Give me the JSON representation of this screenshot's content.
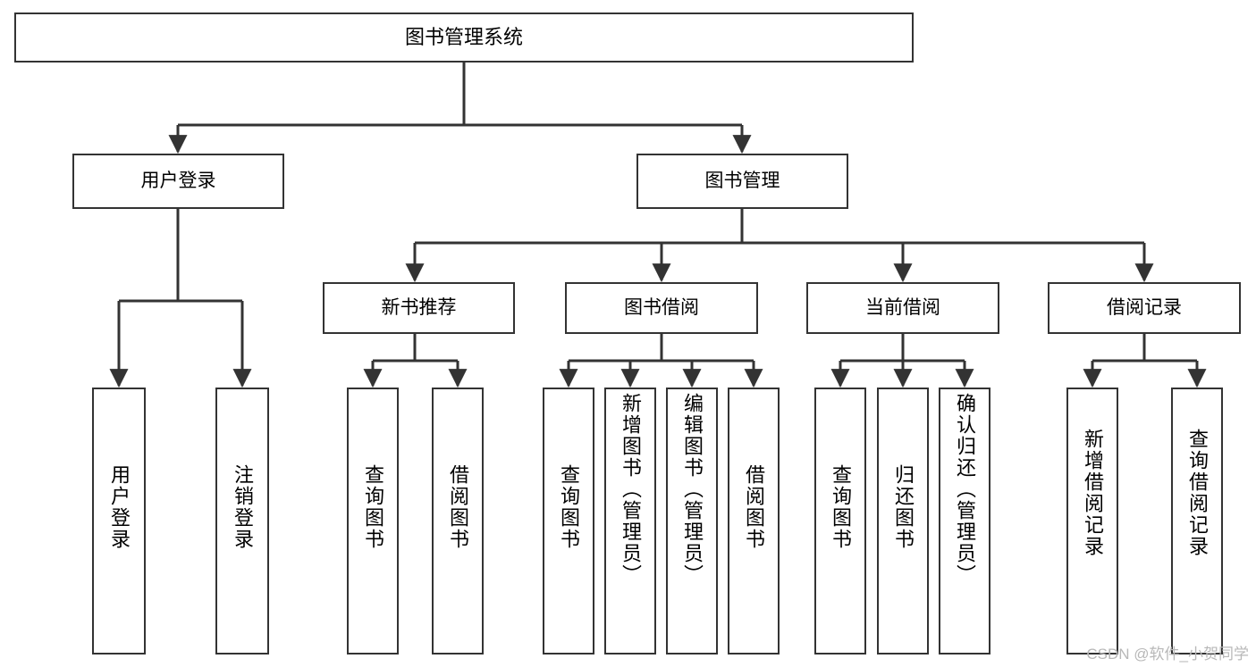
{
  "diagram": {
    "type": "tree",
    "title": "图书管理系统",
    "root": {
      "id": "root",
      "label": "图书管理系统"
    },
    "level1": [
      {
        "id": "user-login",
        "label": "用户登录"
      },
      {
        "id": "book-management",
        "label": "图书管理"
      }
    ],
    "level2": [
      {
        "id": "new-book-recommend",
        "label": "新书推荐",
        "parent": "book-management"
      },
      {
        "id": "book-borrow",
        "label": "图书借阅",
        "parent": "book-management"
      },
      {
        "id": "current-borrow",
        "label": "当前借阅",
        "parent": "book-management"
      },
      {
        "id": "borrow-record",
        "label": "借阅记录",
        "parent": "book-management"
      }
    ],
    "leaves": [
      {
        "id": "leaf-user-login",
        "label": "用户登录",
        "parent": "user-login"
      },
      {
        "id": "leaf-logout",
        "label": "注销登录",
        "parent": "user-login"
      },
      {
        "id": "leaf-query-book-1",
        "label": "查询图书",
        "parent": "new-book-recommend"
      },
      {
        "id": "leaf-borrow-book-1",
        "label": "借阅图书",
        "parent": "new-book-recommend"
      },
      {
        "id": "leaf-query-book-2",
        "label": "查询图书",
        "parent": "book-borrow"
      },
      {
        "id": "leaf-add-book",
        "label": "新增图书（管理员）",
        "parent": "book-borrow"
      },
      {
        "id": "leaf-edit-book",
        "label": "编辑图书（管理员）",
        "parent": "book-borrow"
      },
      {
        "id": "leaf-borrow-book-2",
        "label": "借阅图书",
        "parent": "book-borrow"
      },
      {
        "id": "leaf-query-book-3",
        "label": "查询图书",
        "parent": "current-borrow"
      },
      {
        "id": "leaf-return-book",
        "label": "归还图书",
        "parent": "current-borrow"
      },
      {
        "id": "leaf-confirm-return",
        "label": "确认归还（管理员）",
        "parent": "current-borrow"
      },
      {
        "id": "leaf-add-record",
        "label": "新增借阅记录",
        "parent": "borrow-record"
      },
      {
        "id": "leaf-query-record",
        "label": "查询借阅记录",
        "parent": "borrow-record"
      }
    ]
  },
  "watermark": {
    "text": "CSDN @软件_小贺同学"
  },
  "colors": {
    "border": "#333333",
    "background": "#ffffff",
    "text": "#000000",
    "watermark": "#b8b8b8"
  }
}
